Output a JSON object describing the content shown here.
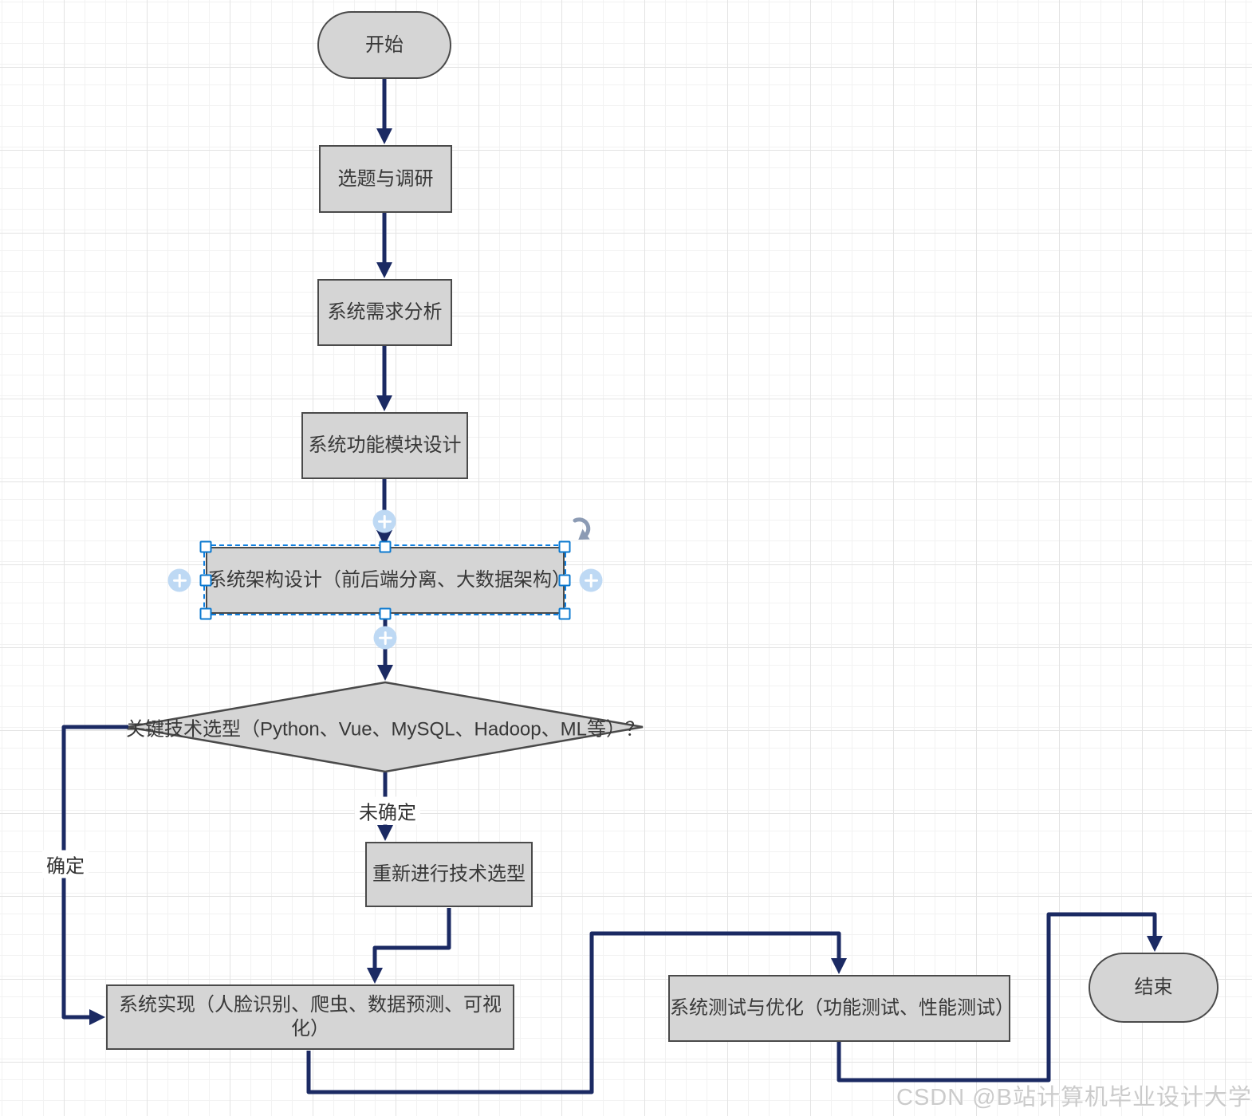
{
  "diagram": {
    "nodes": {
      "start": {
        "label": "开始"
      },
      "topic": {
        "label": "选题与调研"
      },
      "requirements": {
        "label": "系统需求分析"
      },
      "modules": {
        "label": "系统功能模块设计"
      },
      "architecture": {
        "label": "系统架构设计（前后端分离、大数据架构）"
      },
      "decision": {
        "label": "关键技术选型（Python、Vue、MySQL、Hadoop、ML等）？"
      },
      "reselect": {
        "label": "重新进行技术选型"
      },
      "implementation": {
        "label": "系统实现（人脸识别、爬虫、数据预测、可视化）"
      },
      "testing": {
        "label": "系统测试与优化（功能测试、性能测试）"
      },
      "end": {
        "label": "结束"
      }
    },
    "edge_labels": {
      "decision_no": "未确定",
      "decision_yes": "确定"
    },
    "colors": {
      "node_fill": "#d5d5d5",
      "node_border": "#4a4a4a",
      "connector": "#1b2a63",
      "selection_outline": "#0d7edf",
      "selection_plus_circle": "#bed9f4",
      "grid_minor": "#f2f2f2",
      "grid_major": "#e3e3e3"
    },
    "watermark": "CSDN @B站计算机毕业设计大学"
  }
}
